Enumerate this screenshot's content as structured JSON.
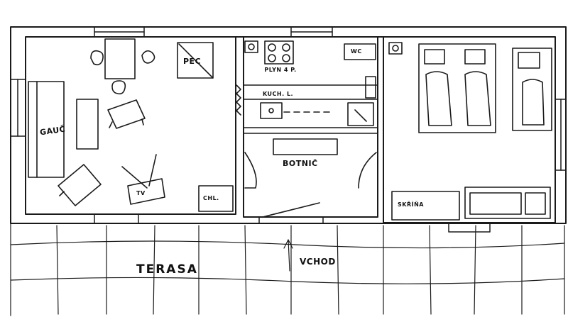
{
  "labels": {
    "living_room": "GAUČ",
    "stove": "PEC",
    "tv": "TV",
    "fridge": "CHL.",
    "cooktop": "PLYN 4 P.",
    "kitchen_counter": "KUCH. L.",
    "toilet": "WC",
    "hallway": "BOTNIČ",
    "cabinet": "SKŘÍŇA",
    "terrace": "TERASA",
    "entrance": "VCHOD"
  },
  "colors": {
    "ink": "#1a1a1a",
    "paper": "#ffffff"
  }
}
